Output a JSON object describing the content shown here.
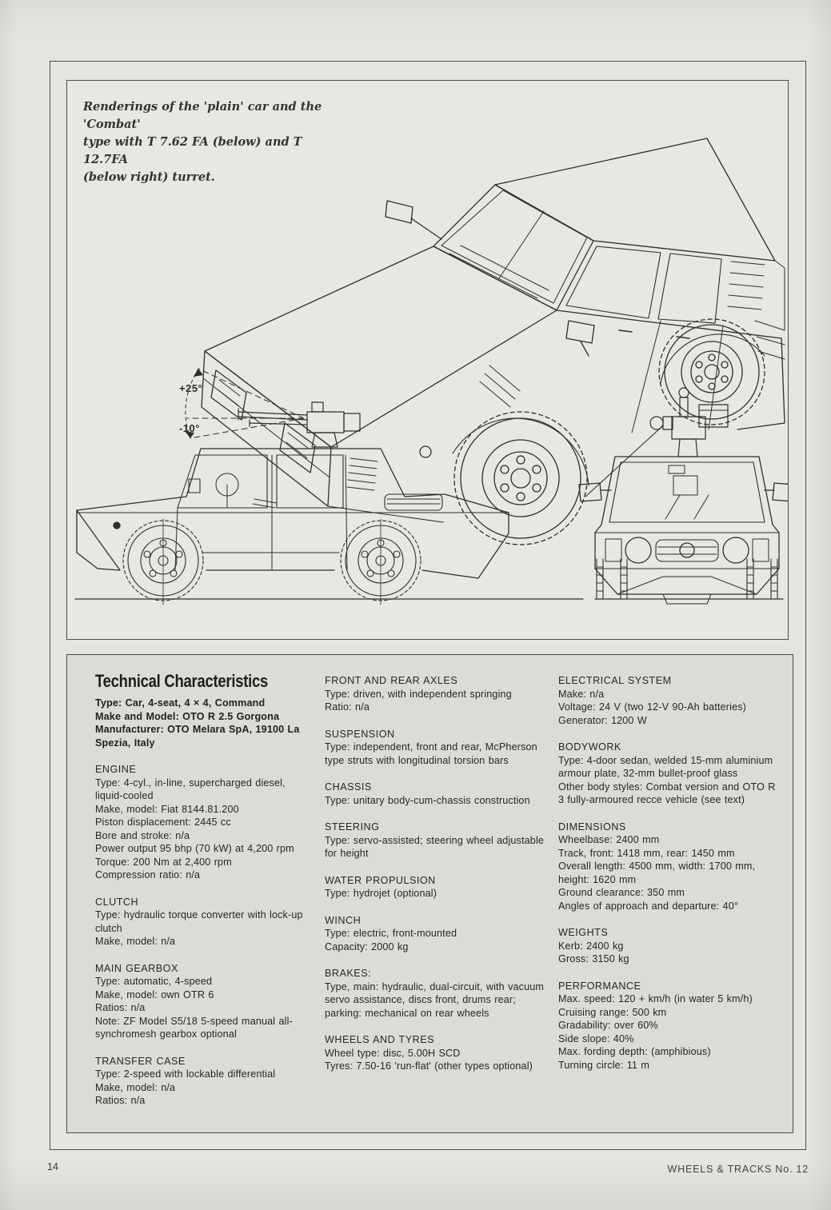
{
  "page": {
    "page_number": "14",
    "journal": "WHEELS & TRACKS No. 12"
  },
  "figure": {
    "caption_lines": [
      "Renderings of the 'plain' car and the 'Combat'",
      "type with T 7.62 FA (below) and T 12.7FA",
      "(below right) turret."
    ],
    "elevation_label": "+25°",
    "depression_label": "-10°"
  },
  "tech": {
    "title": "Technical Characteristics",
    "intro_lines": [
      "Type: Car, 4-seat, 4 × 4, Command",
      "Make and Model: OTO R 2.5 Gorgona",
      "Manufacturer: OTO Melara SpA, 19100 La Spezia, Italy"
    ],
    "columns": [
      {
        "sections": [
          {
            "heading": "ENGINE",
            "lines": [
              "Type: 4-cyl., in-line, supercharged diesel, liquid-cooled",
              "Make, model: Fiat 8144.81.200",
              "Piston displacement: 2445 cc",
              "Bore and stroke: n/a",
              "Power output 95 bhp (70 kW) at 4,200 rpm",
              "Torque: 200 Nm at 2,400 rpm",
              "Compression ratio: n/a"
            ]
          },
          {
            "heading": "CLUTCH",
            "lines": [
              "Type: hydraulic torque converter with lock-up clutch",
              "Make, model: n/a"
            ]
          },
          {
            "heading": "MAIN GEARBOX",
            "lines": [
              "Type: automatic, 4-speed",
              "Make, model: own OTR 6",
              "Ratios: n/a",
              "Note: ZF Model S5/18 5-speed manual all-synchromesh gearbox optional"
            ]
          },
          {
            "heading": "TRANSFER CASE",
            "lines": [
              "Type: 2-speed with lockable differential",
              "Make, model: n/a",
              "Ratios: n/a"
            ]
          }
        ]
      },
      {
        "sections": [
          {
            "heading": "FRONT AND REAR AXLES",
            "lines": [
              "Type: driven, with independent springing",
              "Ratio: n/a"
            ]
          },
          {
            "heading": "SUSPENSION",
            "lines": [
              "Type: independent, front and rear, McPherson type struts with longitudinal torsion bars"
            ]
          },
          {
            "heading": "CHASSIS",
            "lines": [
              "Type: unitary body-cum-chassis construction"
            ]
          },
          {
            "heading": "STEERING",
            "lines": [
              "Type: servo-assisted; steering wheel adjustable for height"
            ]
          },
          {
            "heading": "WATER PROPULSION",
            "lines": [
              "Type: hydrojet (optional)"
            ]
          },
          {
            "heading": "WINCH",
            "lines": [
              "Type: electric, front-mounted",
              "Capacity: 2000 kg"
            ]
          },
          {
            "heading": "BRAKES:",
            "lines": [
              "Type, main: hydraulic, dual-circuit, with vacuum servo assistance, discs front, drums rear; parking: mechanical on rear wheels"
            ]
          },
          {
            "heading": "WHEELS AND TYRES",
            "lines": [
              "Wheel type: disc, 5.00H SCD",
              "Tyres: 7.50-16 'run-flat' (other types optional)"
            ]
          }
        ]
      },
      {
        "sections": [
          {
            "heading": "ELECTRICAL SYSTEM",
            "lines": [
              "Make: n/a",
              "Voltage: 24 V (two 12-V 90-Ah batteries)",
              "Generator: 1200 W"
            ]
          },
          {
            "heading": "BODYWORK",
            "lines": [
              "Type: 4-door sedan, welded 15-mm aluminium armour plate, 32-mm bullet-proof glass",
              "Other body styles: Combat version and OTO R 3 fully-armoured recce vehicle (see text)"
            ]
          },
          {
            "heading": "DIMENSIONS",
            "lines": [
              "Wheelbase: 2400 mm",
              "Track, front: 1418 mm, rear: 1450 mm",
              "Overall length: 4500 mm, width: 1700 mm, height: 1620 mm",
              "Ground clearance: 350 mm",
              "Angles of approach and departure: 40°"
            ]
          },
          {
            "heading": "WEIGHTS",
            "lines": [
              "Kerb: 2400 kg",
              "Gross: 3150 kg"
            ]
          },
          {
            "heading": "PERFORMANCE",
            "lines": [
              "Max. speed: 120 + km/h (in water 5 km/h)",
              "Cruising range: 500 km",
              "Gradability: over 60%",
              "Side slope: 40%",
              "Max. fording depth: (amphibious)",
              "Turning circle: 11 m"
            ]
          }
        ]
      }
    ]
  },
  "colors": {
    "page_bg": "#e6e4e1",
    "tech_panel_bg": "#dddbd6",
    "ink": "#2b2b2b",
    "frame_line": "#4a4a4a"
  }
}
